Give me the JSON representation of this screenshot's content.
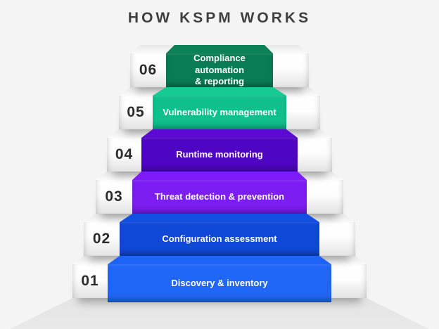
{
  "title": "HOW KSPM WORKS",
  "colors": {
    "background": "#f4f4f4",
    "floor": "#e6e6e6",
    "title_text": "#3f3f3f",
    "step_number_text": "#2b2b2b",
    "label_text": "#ffffff"
  },
  "steps": [
    {
      "number": "06",
      "label": "Compliance automation",
      "label2": "& reporting",
      "color": "#0a7c55",
      "top_color": "#0c8158"
    },
    {
      "number": "05",
      "label": "Vulnerability management",
      "color": "#10c08c",
      "top_color": "#16ca93"
    },
    {
      "number": "04",
      "label": "Runtime monitoring",
      "color": "#4f05c4",
      "top_color": "#5a0ad2"
    },
    {
      "number": "03",
      "label": "Threat detection & prevention",
      "color": "#7c1df2",
      "top_color": "#7e1bfa"
    },
    {
      "number": "02",
      "label": "Configuration assessment",
      "color": "#1048d8",
      "top_color": "#1250e4"
    },
    {
      "number": "01",
      "label": "Discovery & inventory",
      "color": "#2167f7",
      "top_color": "#1d63f8"
    }
  ]
}
